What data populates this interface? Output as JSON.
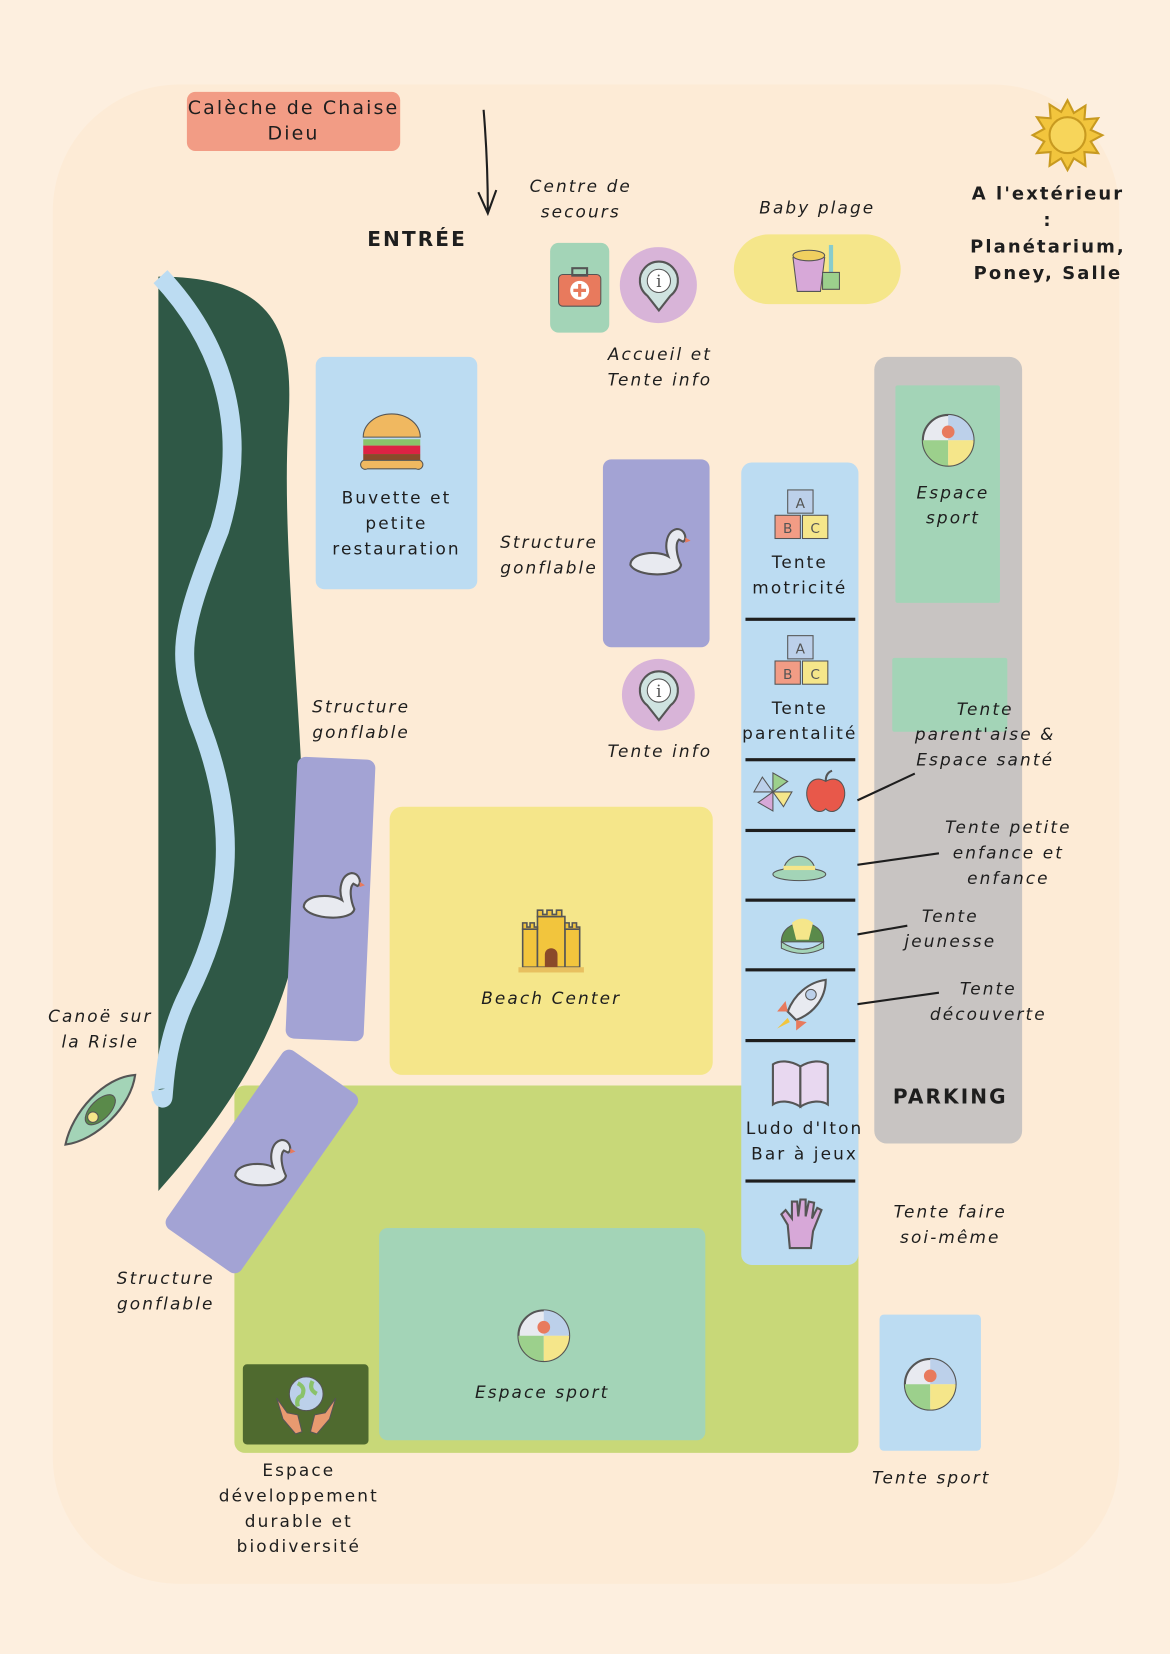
{
  "title_badge": "Calèche de Chaise Dieu",
  "entrance": "ENTRÉE",
  "outside_note": "A l'extérieur : Planétarium, Poney, Salle",
  "labels": {
    "first_aid": "Centre de secours",
    "welcome": "Accueil et Tente info",
    "baby_beach": "Baby plage",
    "snack": "Buvette et petite restauration",
    "inflatable_top": "Structure gonflable",
    "info_tent": "Tente info",
    "inflatable_left": "Structure gonflable",
    "beach_center": "Beach Center",
    "canoe": "Canoë sur la Risle",
    "inflatable_bottom": "Structure gonflable",
    "sport_center": "Espace sport",
    "sustainable": "Espace développement durable et biodiversité",
    "sport_tent": "Tente sport",
    "sport_parking": "Espace sport",
    "parking": "PARKING",
    "motricite": "Tente motricité",
    "parentalite": "Tente parentalité",
    "parentaise": "Tente parent'aise & Espace santé",
    "petite_enfance": "Tente petite enfance et enfance",
    "jeunesse": "Tente jeunesse",
    "decouverte": "Tente découverte",
    "ludo": "Ludo d'Iton Bar à jeux",
    "diy": "Tente faire soi-même"
  },
  "colors": {
    "blue": "#bcdcf2",
    "purple": "#a3a3d4",
    "yellow": "#f5e68a",
    "green": "#a3d4b7",
    "olive": "#c8d878",
    "river": "#2f5846",
    "salmon": "#f29c85",
    "gray": "#c8c4c2"
  }
}
